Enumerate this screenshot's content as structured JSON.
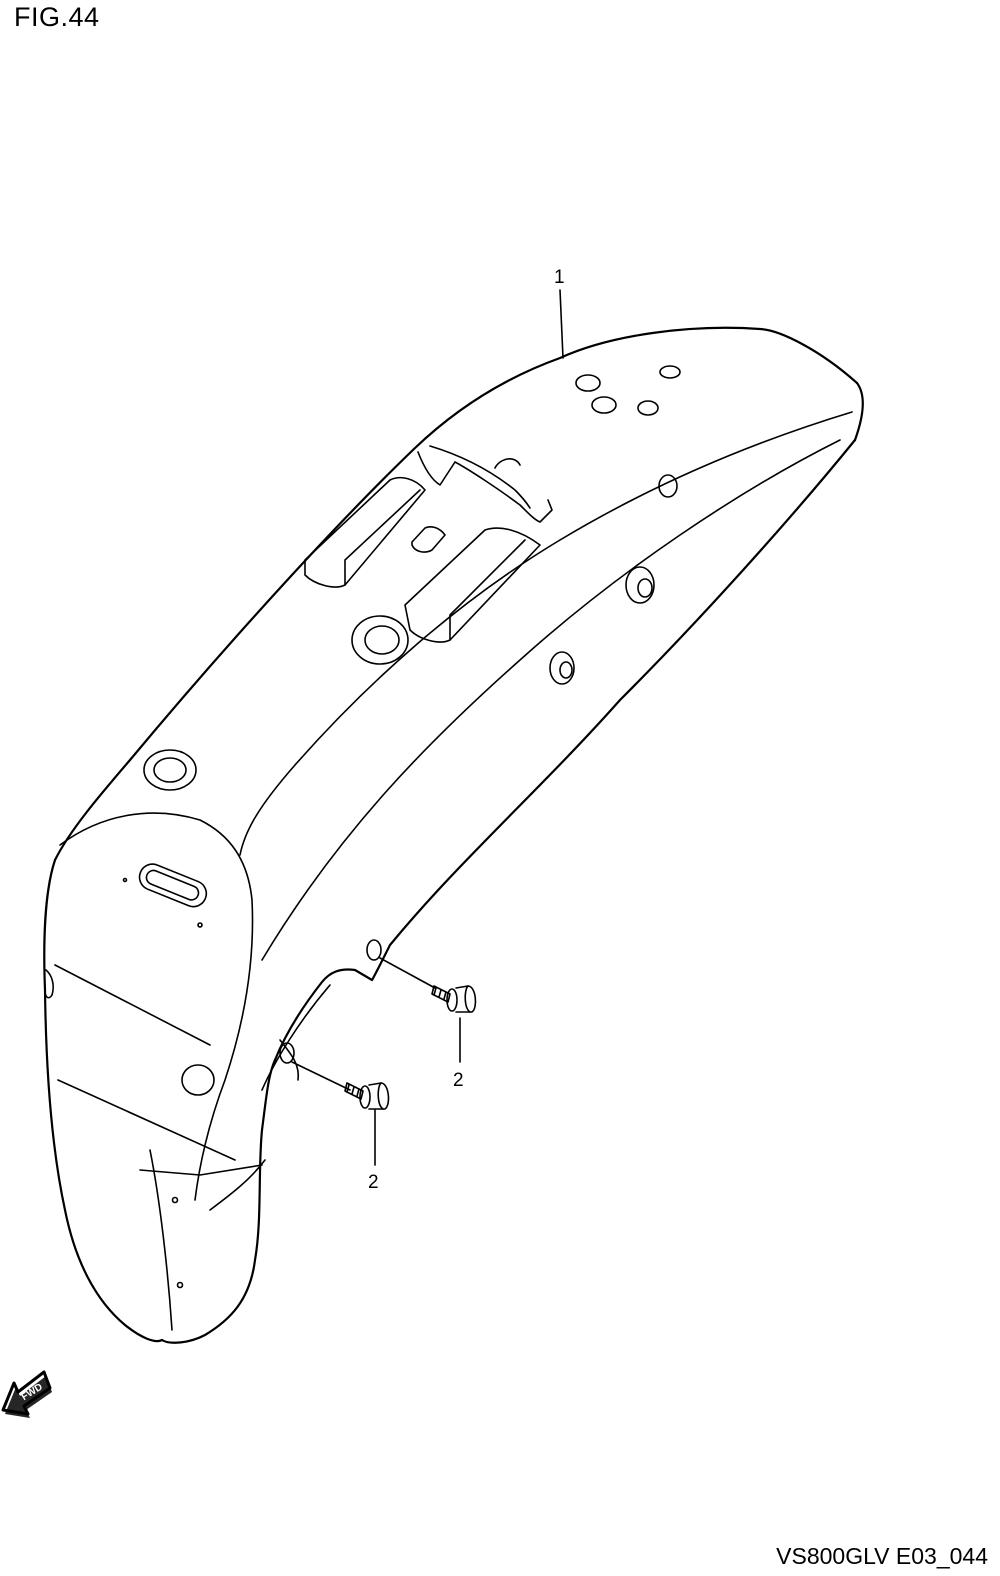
{
  "figure": {
    "title": "FIG.44",
    "drawing_code": "VS800GLV E03_044"
  },
  "callouts": [
    {
      "id": "1",
      "label": "1"
    },
    {
      "id": "2a",
      "label": "2"
    },
    {
      "id": "2b",
      "label": "2"
    }
  ],
  "direction_arrow": {
    "label": "FWD",
    "icon": "fwd-arrow-icon"
  },
  "parts": [
    {
      "id": "fender",
      "icon": "rear-fender"
    },
    {
      "id": "bolt-upper",
      "icon": "flange-bolt-icon"
    },
    {
      "id": "bolt-lower",
      "icon": "flange-bolt-icon"
    }
  ]
}
